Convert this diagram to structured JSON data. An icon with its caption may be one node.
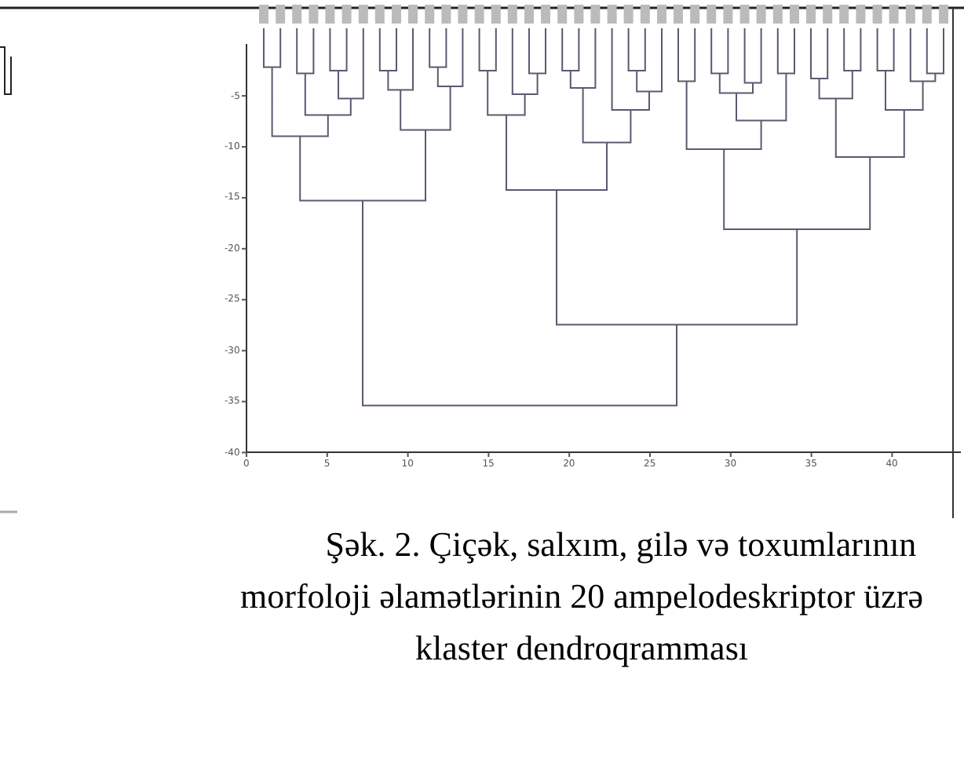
{
  "diagram": {
    "caption": "Şək. 2. Çiçək, salxım, gilə və toxumlarının morfoloji əlamətlərinin 20 ampelodeskriptor üzrə klaster dendroqramması",
    "labels": [
      "-5",
      "-10",
      "-15",
      "-20",
      "-25",
      "-30",
      "-35",
      "-40",
      "0",
      "5",
      "10",
      "15",
      "20",
      "25",
      "30",
      "35",
      "40"
    ]
  }
}
